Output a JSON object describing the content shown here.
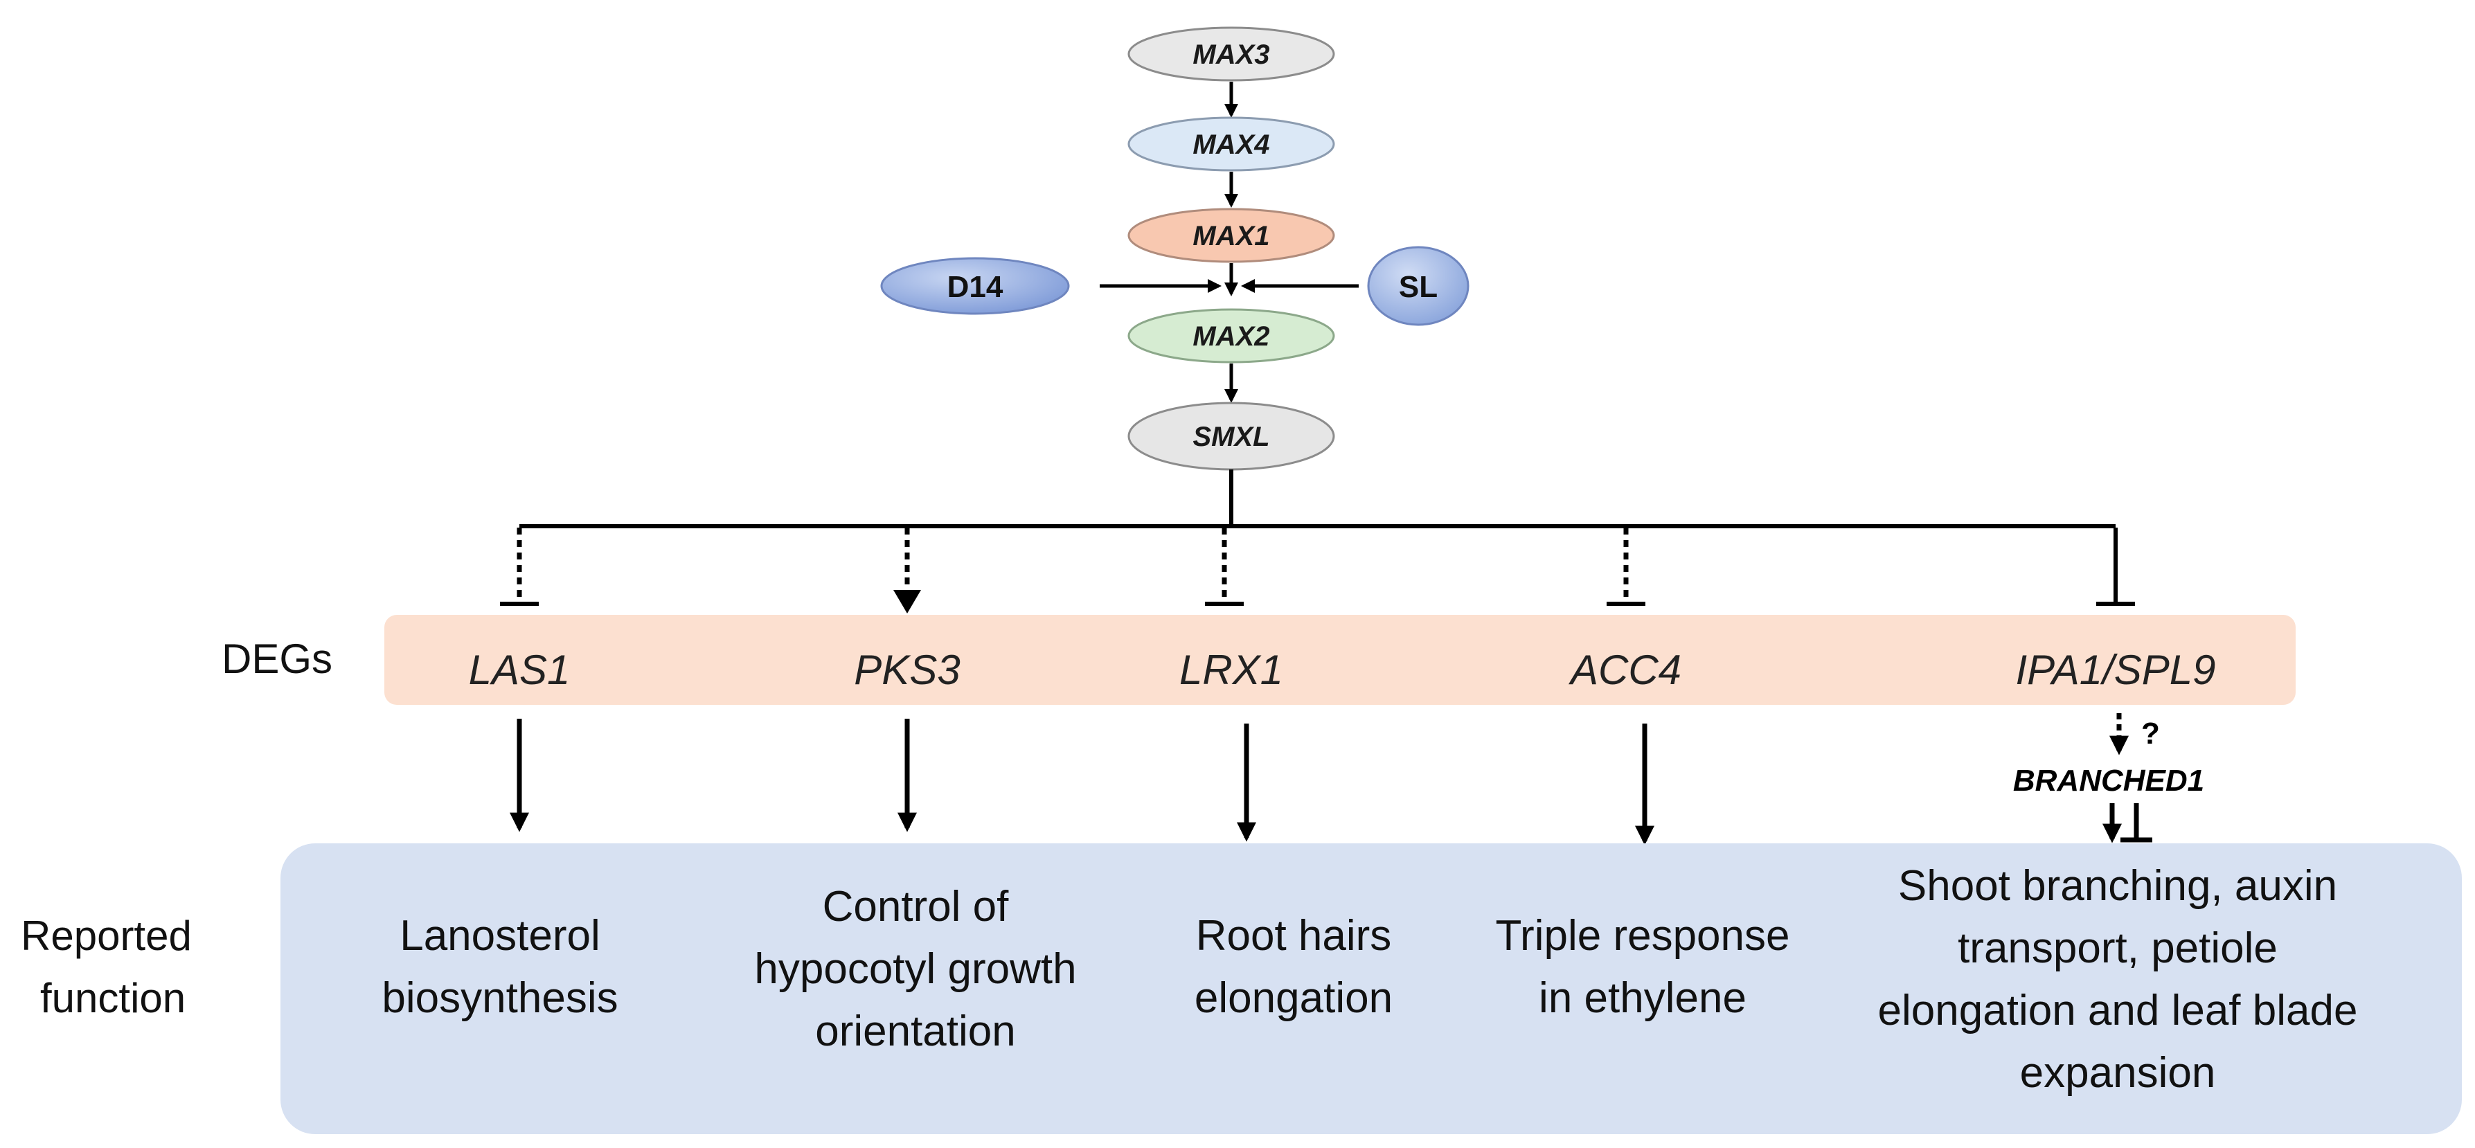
{
  "pathway": {
    "max3": "MAX3",
    "max4": "MAX4",
    "max1": "MAX1",
    "d14": "D14",
    "sl": "SL",
    "max2": "MAX2",
    "smxl": "SMXL"
  },
  "rows": {
    "degs": "DEGs",
    "function_line1": "Reported",
    "function_line2": "function"
  },
  "degs": [
    "LAS1",
    "PKS3",
    "LRX1",
    "ACC4",
    "IPA1/SPL9"
  ],
  "branched": {
    "label": "BRANCHED1",
    "question": "?"
  },
  "functions": [
    [
      "Lanosterol",
      "biosynthesis"
    ],
    [
      "Control of",
      "hypocotyl growth",
      "orientation"
    ],
    [
      "Root hairs",
      "elongation"
    ],
    [
      "Triple response",
      "in ethylene"
    ],
    [
      "Shoot branching, auxin",
      "transport, petiole",
      "elongation and leaf blade",
      "expansion"
    ]
  ],
  "colors": {
    "max3": "#e8e8e8",
    "max4": "#dbe8f6",
    "max1": "#f8c8b0",
    "d14": "#8fa8dc",
    "sl": "#9ab0e0",
    "max2": "#d6ecd2",
    "smxl": "#e6e6e6",
    "deg_band": "#fce0d0",
    "function_box": "#d7e1f2"
  }
}
